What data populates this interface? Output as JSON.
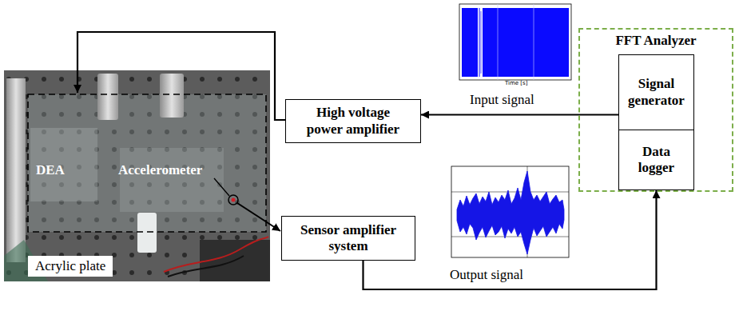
{
  "diagram": {
    "nodes": [
      {
        "text": [
          "High voltage power amplifier"
        ]
      },
      {
        "text": [
          "Sensor amplifier system"
        ]
      },
      {
        "text": [
          "Acrylic plate"
        ]
      },
      {
        "text": [
          "FFT Analyzer"
        ]
      },
      {
        "text": [
          "Signal generator"
        ],
        "in": 3
      },
      {
        "text": [
          "Data logger"
        ],
        "in": 3
      }
    ],
    "edges": [
      {
        "from": 4,
        "to": 0,
        "arrow": "to",
        "label": "Input signal"
      },
      {
        "from": 1,
        "to": 5,
        "arrow": "to",
        "label": "Output signal"
      }
    ],
    "labels": [
      "DEA",
      "Accelerometer",
      "Time [s]"
    ]
  }
}
